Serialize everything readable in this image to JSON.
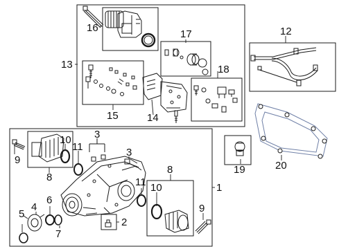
{
  "diagram": {
    "callouts": {
      "c1": "1",
      "c2": "2",
      "c3a": "3",
      "c3b": "3",
      "c4": "4",
      "c5": "5",
      "c6": "6",
      "c7": "7",
      "c8a": "8",
      "c8b": "8",
      "c9a": "9",
      "c9b": "9",
      "c10a": "10",
      "c10b": "10",
      "c11a": "11",
      "c11b": "11",
      "c12": "12",
      "c13": "13",
      "c14": "14",
      "c15": "15",
      "c16": "16",
      "c17": "17",
      "c18": "18",
      "c19": "19",
      "c20": "20"
    }
  },
  "colors": {
    "line": "#1a1a1a",
    "gasket_blue": "#6e7fa6"
  }
}
